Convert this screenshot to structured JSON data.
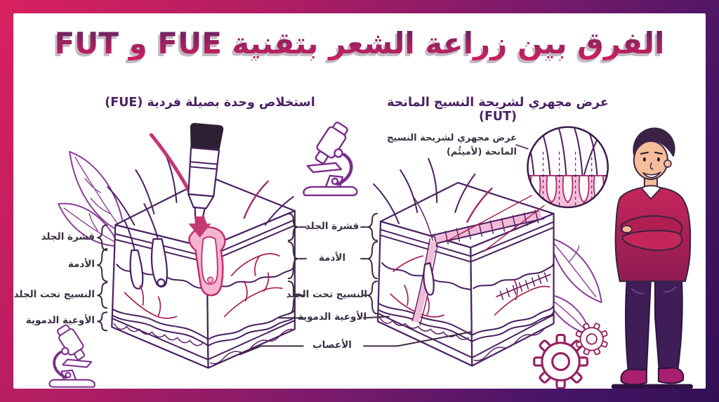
{
  "title": "الفرق بين زراعة الشعر بتقنية FUE و FUT",
  "subtitles": {
    "fue": "استخلاص وحدة بصيلة فردية (FUE)",
    "fut": "عرض مجهري لشريحة النسيج المانحة (FUT)"
  },
  "diagram_labels": {
    "left": [
      "قشرة الجلد",
      "الأدمة",
      "النسيج تحت الجلد",
      "الأوعية الدموية"
    ],
    "middle": [
      "قشرة الجلد",
      "الأدمة",
      "النسيج تحت الجلد",
      "الأوعية الدموية",
      "الأعصاب"
    ]
  },
  "callout": {
    "line1": "عرض مجهري لشريحة النسيج",
    "line2": "المانحة (لأميئُم)"
  },
  "icons": [
    "microscope-icon",
    "microscope-icon",
    "gear-icon",
    "gear-icon",
    "leaf-motif",
    "man-mascot"
  ],
  "colors": {
    "frame_gradient": [
      "#d8215f",
      "#7a1a6b",
      "#321055"
    ],
    "title_gradient": [
      "#5e2366",
      "#cb2160"
    ],
    "outline": "#4a2060",
    "accent_crimson": "#b9235f",
    "pink_fill": "#f5bcd6",
    "label_text": "#3a3042",
    "subtitle_text": "#4a2162"
  }
}
